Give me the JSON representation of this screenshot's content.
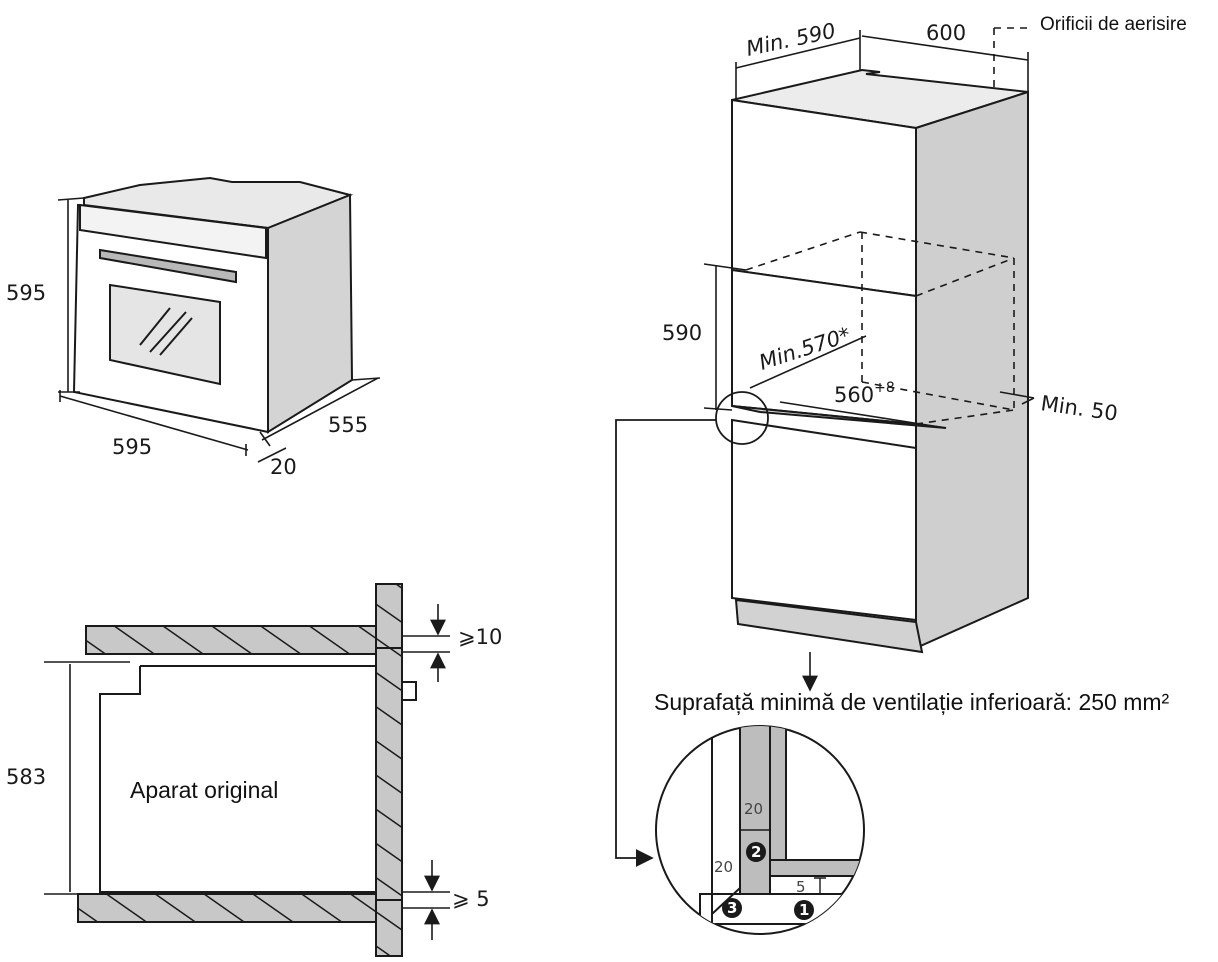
{
  "oven": {
    "height": "595",
    "width": "595",
    "depth": "555",
    "door": "20"
  },
  "cabinet": {
    "min_width": "Min. 590",
    "depth": "600",
    "vent_legend": "Orificii de aerisire",
    "niche_height": "590",
    "min_depth": "Min.570*",
    "inner_width_base": "560",
    "inner_width_sup": "+8",
    "min_side": "Min. 50",
    "bottom_vent_note": "Suprafață minimă de ventilație inferioară: 250 mm²"
  },
  "section": {
    "top_gap": "⩾10",
    "bottom_gap": "⩾ 5",
    "height": "583",
    "label": "Aparat original"
  },
  "detail": {
    "dim_a": "20",
    "dim_b": "20",
    "dim_c": "5",
    "badge_1": "1",
    "badge_2": "2",
    "badge_3": "3"
  },
  "colors": {
    "line": "#1a1a1a",
    "cabinet_panel": "#cfcfcf",
    "hatch_fill": "#c8c8c8",
    "detail_fill": "#bdbdbd"
  }
}
